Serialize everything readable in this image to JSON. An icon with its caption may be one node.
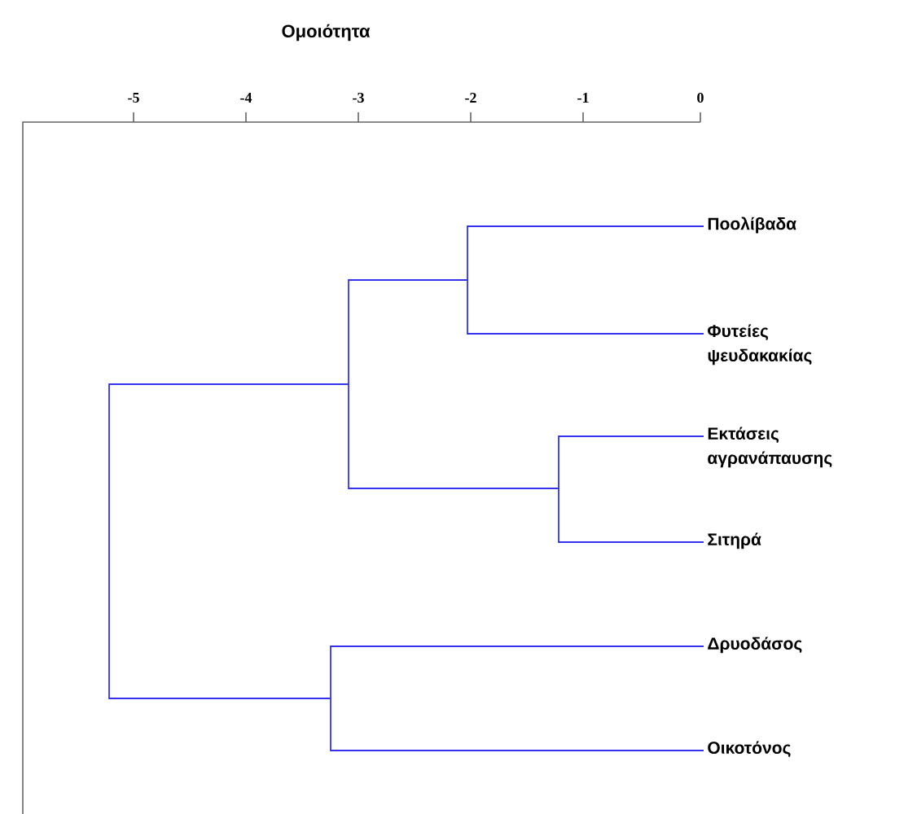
{
  "diagram": {
    "title": "Ομοιότητα",
    "nodes": [
      {
        "text": [
          "Ποολίβαδα"
        ]
      },
      {
        "text": [
          "Φυτείες ψευδακακίας"
        ]
      },
      {
        "text": [
          "Εκτάσεις αγρανάπαυσης"
        ]
      },
      {
        "text": [
          "Σιτηρά"
        ]
      },
      {
        "text": [
          "Δρυοδάσος"
        ]
      },
      {
        "text": [
          "Οικοτόνος"
        ]
      }
    ],
    "edges": [
      {
        "from": 0,
        "to": 1,
        "arrow": "none"
      },
      {
        "from": 2,
        "to": 3,
        "arrow": "none"
      },
      {
        "from": 4,
        "to": 5,
        "arrow": "none"
      }
    ],
    "labels": [
      "-5",
      "-4",
      "-3",
      "-2",
      "-1",
      "0"
    ]
  }
}
